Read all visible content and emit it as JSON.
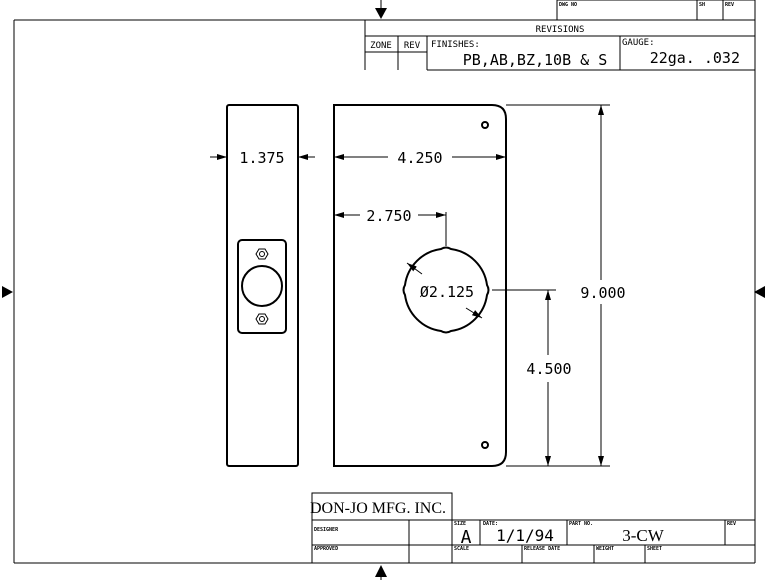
{
  "top_block": {
    "dwg_no_label": "DWG NO",
    "sh_label": "SH",
    "rev_label": "REV"
  },
  "revisions": {
    "title": "REVISIONS",
    "zone_label": "ZONE",
    "rev_label": "REV",
    "finishes_label": "FINISHES:",
    "finishes_value": "PB,AB,BZ,10B & S",
    "gauge_label": "GAUGE:",
    "gauge_value": "22ga. .032"
  },
  "dimensions": {
    "edge_width": "1.375",
    "plate_width": "4.250",
    "backset": "2.750",
    "hole_diameter": "Ø2.125",
    "height": "9.000",
    "hole_center_height": "4.500"
  },
  "title_block": {
    "company": "DON-JO MFG. INC.",
    "drawn_label": "DESIGNER",
    "approved_label": "APPROVED",
    "size_label": "SIZE",
    "size_value": "A",
    "date_label": "DATE:",
    "date_value": "1/1/94",
    "part_no_label": "PART NO.",
    "part_no_value": "3-CW",
    "rev_label": "REV",
    "scale_label": "SCALE",
    "release_date_label": "RELEASE DATE",
    "weight_label": "WEIGHT",
    "sheet_label": "SHEET"
  }
}
